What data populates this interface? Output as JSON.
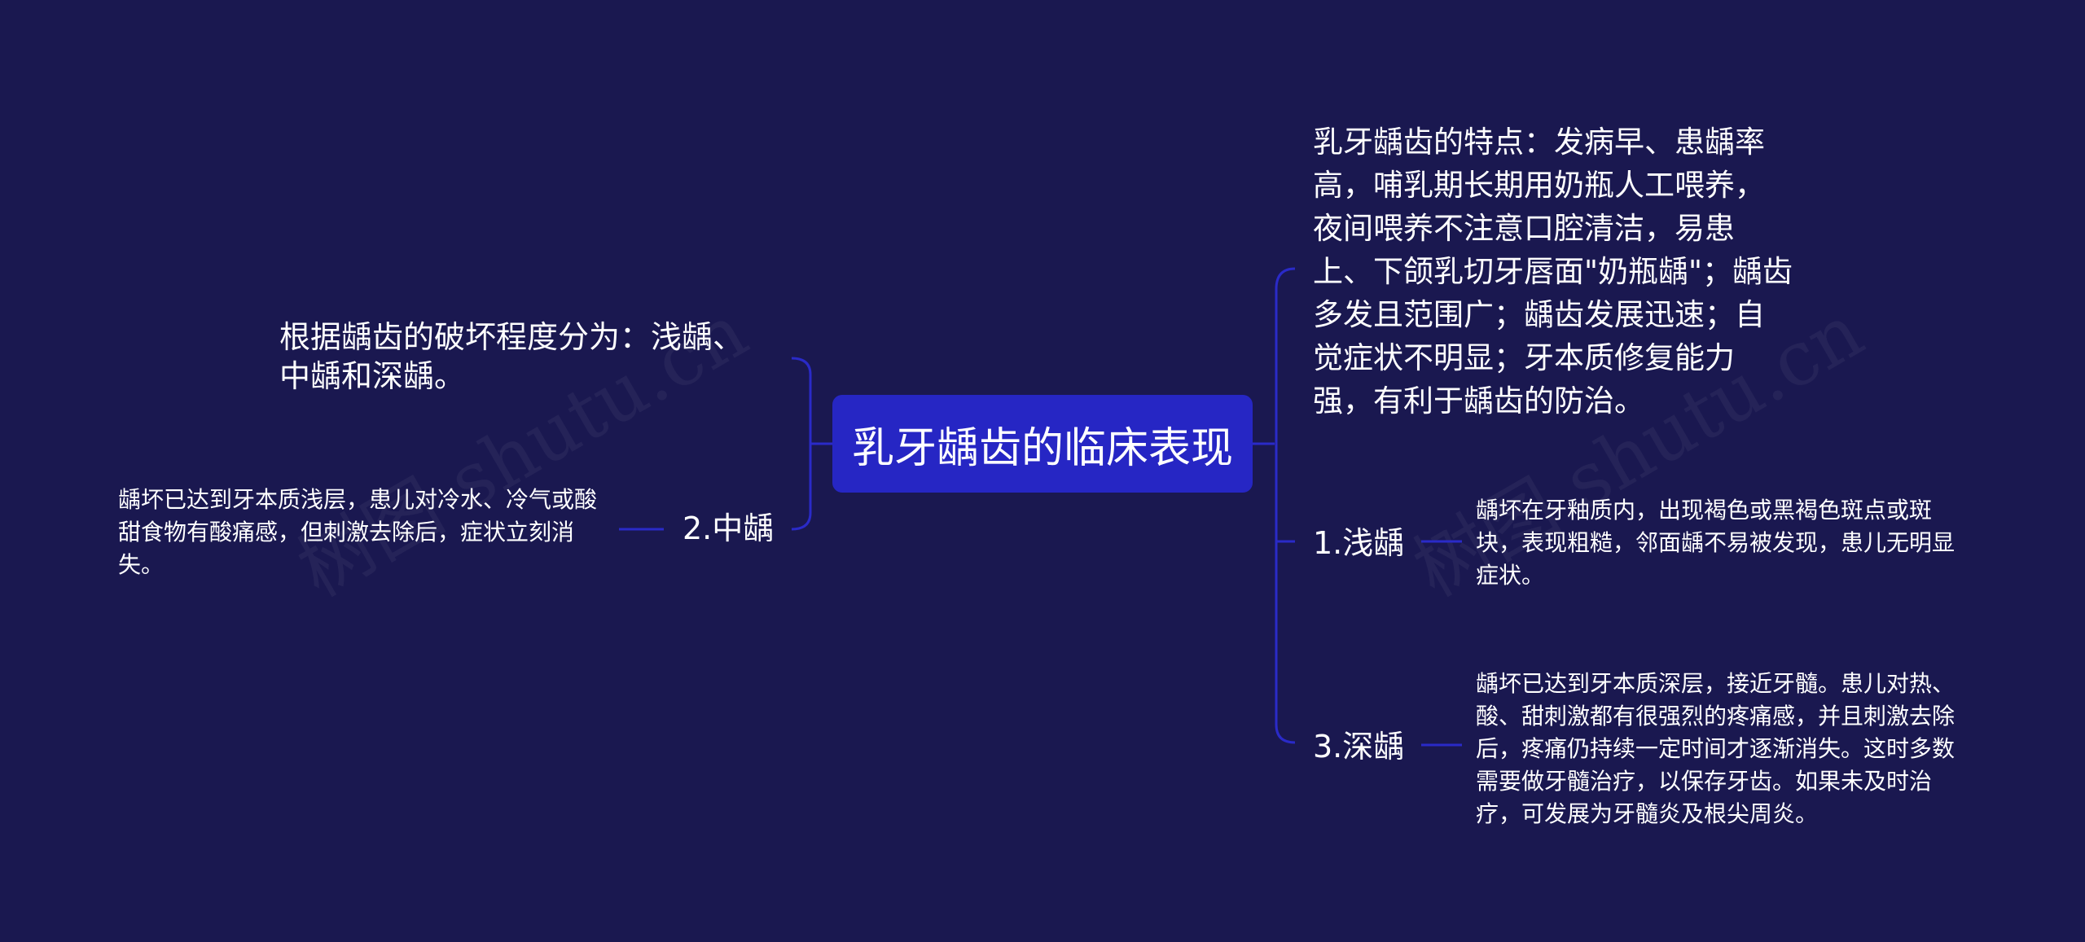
{
  "root": {
    "title": "乳牙龋齿的临床表现"
  },
  "left": {
    "classification": "根据龋齿的破坏程度分为：浅龋、中龋和深龋。",
    "branch_medium": {
      "label": "2.中龋",
      "detail": "龋坏已达到牙本质浅层，患儿对冷水、冷气或酸甜食物有酸痛感，但刺激去除后，症状立刻消失。"
    }
  },
  "right": {
    "features": "乳牙龋齿的特点：发病早、患龋率高，哺乳期长期用奶瓶人工喂养，夜间喂养不注意口腔清洁，易患上、下颌乳切牙唇面\"奶瓶龋\"；龋齿多发且范围广；龋齿发展迅速；自觉症状不明显；牙本质修复能力强，有利于龋齿的防治。",
    "branch_shallow": {
      "label": "1.浅龋",
      "detail": "龋坏在牙釉质内，出现褐色或黑褐色斑点或斑块，表现粗糙，邻面龋不易被发现，患儿无明显症状。"
    },
    "branch_deep": {
      "label": "3.深龋",
      "detail": "龋坏已达到牙本质深层，接近牙髓。患儿对热、酸、甜刺激都有很强烈的疼痛感，并且刺激去除后，疼痛仍持续一定时间才逐渐消失。这时多数需要做牙髓治疗，以保存牙齿。如果未及时治疗，可发展为牙髓炎及根尖周炎。"
    }
  },
  "watermark": "树图 shutu.cn",
  "colors": {
    "background": "#1a1850",
    "root_fill": "#2626c4",
    "connector": "#2a2ac8",
    "text": "#ffffff"
  }
}
